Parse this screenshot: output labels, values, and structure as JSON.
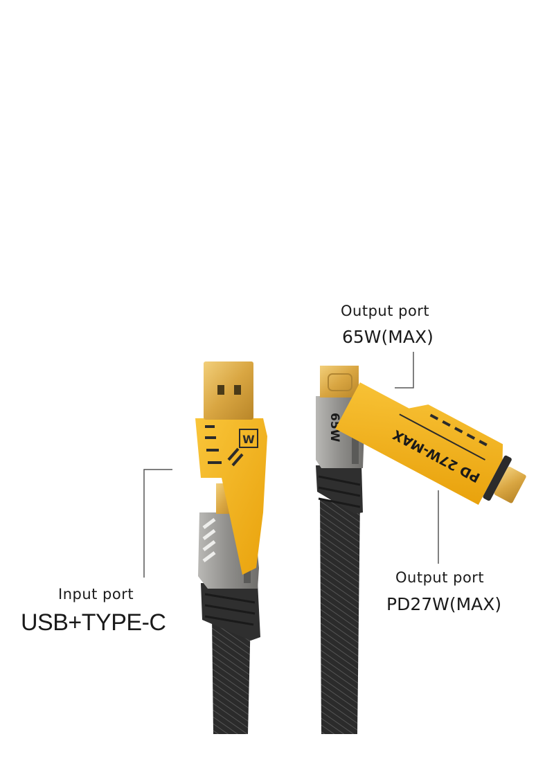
{
  "callouts": {
    "output_top": {
      "title": "Output port",
      "value": "65W(MAX)"
    },
    "output_side": {
      "title": "Output port",
      "value": "PD27W(MAX)"
    },
    "input": {
      "title": "Input port",
      "value": "USB+TYPE-C"
    }
  },
  "product": {
    "right_plug_marking": "65W",
    "adapter_marking": "PD 27W-MAX",
    "left_plug_logo": "W"
  },
  "colors": {
    "accent_yellow": "#f4b41a",
    "metal_grey": "#9a9a98",
    "cable_black": "#2b2b2b",
    "gold_contact": "#d9a642"
  }
}
